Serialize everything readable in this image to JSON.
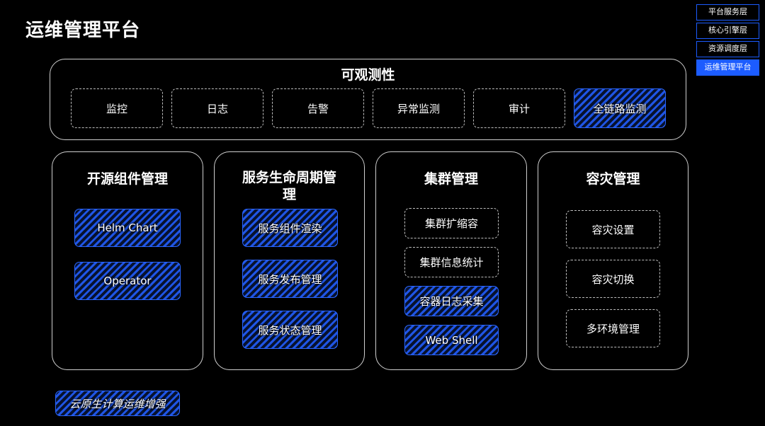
{
  "page": {
    "title": "运维管理平台"
  },
  "layer_nav": {
    "items": [
      {
        "label": "平台服务层",
        "active": false
      },
      {
        "label": "核心引擎层",
        "active": false
      },
      {
        "label": "资源调度层",
        "active": false
      },
      {
        "label": "运维管理平台",
        "active": true
      }
    ]
  },
  "observability": {
    "title": "可观测性",
    "items": [
      "监控",
      "日志",
      "告警",
      "异常监测",
      "审计",
      "全链路监测"
    ]
  },
  "open_source": {
    "title": "开源组件管理",
    "items": [
      "Helm Chart",
      "Operator"
    ]
  },
  "lifecycle": {
    "title_line1": "服务生命周期管",
    "title_line2": "理",
    "items": [
      "服务组件渲染",
      "服务发布管理",
      "服务状态管理"
    ]
  },
  "cluster": {
    "title": "集群管理",
    "items": [
      "集群扩缩容",
      "集群信息统计",
      "容器日志采集",
      "Web Shell"
    ]
  },
  "disaster": {
    "title": "容灾管理",
    "items": [
      "容灾设置",
      "容灾切换",
      "多环境管理"
    ]
  },
  "legend": {
    "label": "云原生计算运维增强"
  },
  "colors": {
    "accent": "#1c5cff",
    "background": "#000000",
    "border": "#cfcfcf"
  }
}
